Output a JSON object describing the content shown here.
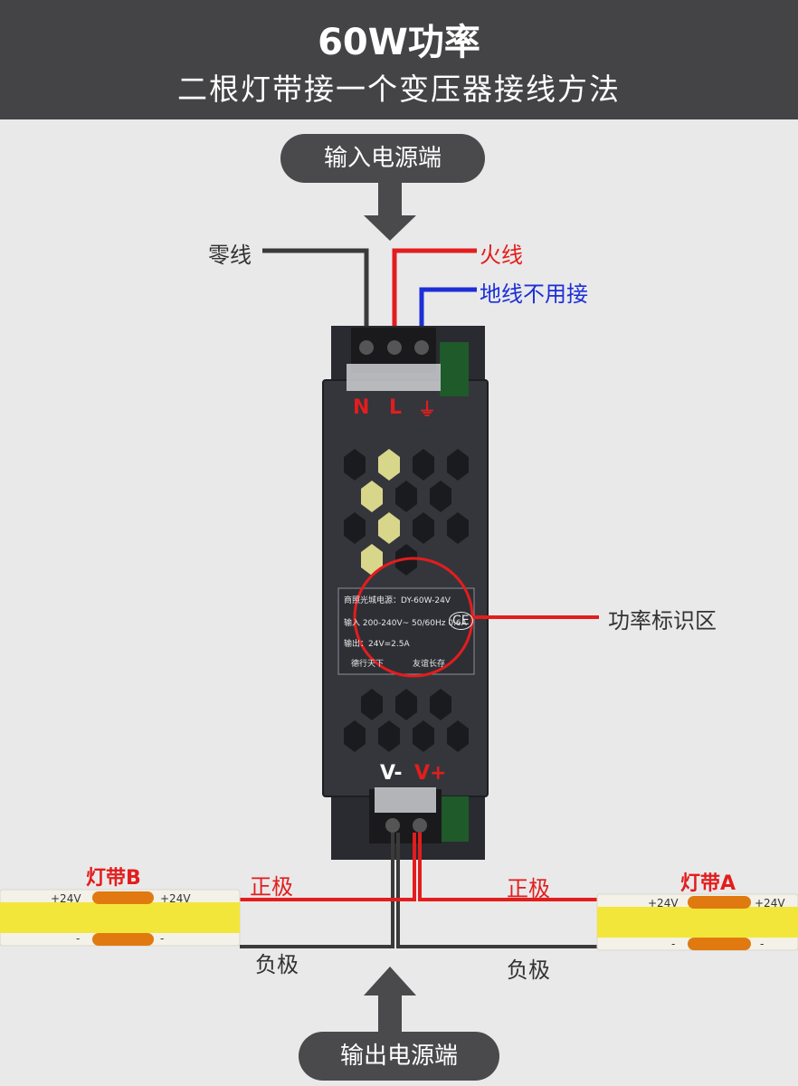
{
  "header": {
    "title": "60W功率",
    "subtitle": "二根灯带接一个变压器接线方法"
  },
  "input_pill": "输入电源端",
  "output_pill": "输出电源端",
  "wire_labels": {
    "neutral": "零线",
    "live": "火线",
    "ground": "地线不用接",
    "power_mark": "功率标识区",
    "positive_left": "正极",
    "positive_right": "正极",
    "negative_left": "负极",
    "negative_right": "负极"
  },
  "terminals": {
    "n": "N",
    "l": "L",
    "vminus": "V-",
    "vplus": "V+"
  },
  "device_label": {
    "line1": "商照光城电源：DY-60W-24V",
    "line2": "输入 200-240V~ 50/60Hz 0.6A",
    "line3": "输出：24V=2.5A",
    "footer_left": "德行天下",
    "footer_right": "友谊长存",
    "ce": "CE"
  },
  "strip_b": {
    "name": "灯带B",
    "plus_left": "+24V",
    "plus_right": "+24V",
    "minus_left": "-",
    "minus_right": "-"
  },
  "strip_a": {
    "name": "灯带A",
    "plus_left": "+24V",
    "plus_right": "+24V",
    "minus_left": "-",
    "minus_right": "-"
  },
  "colors": {
    "header_bg": "#444446",
    "live_wire": "#e31d1d",
    "ground_wire": "#1d2fd6",
    "neutral_wire": "#3a3a3a",
    "strip_yellow": "#f3e63a",
    "pad_orange": "#e07a10"
  }
}
